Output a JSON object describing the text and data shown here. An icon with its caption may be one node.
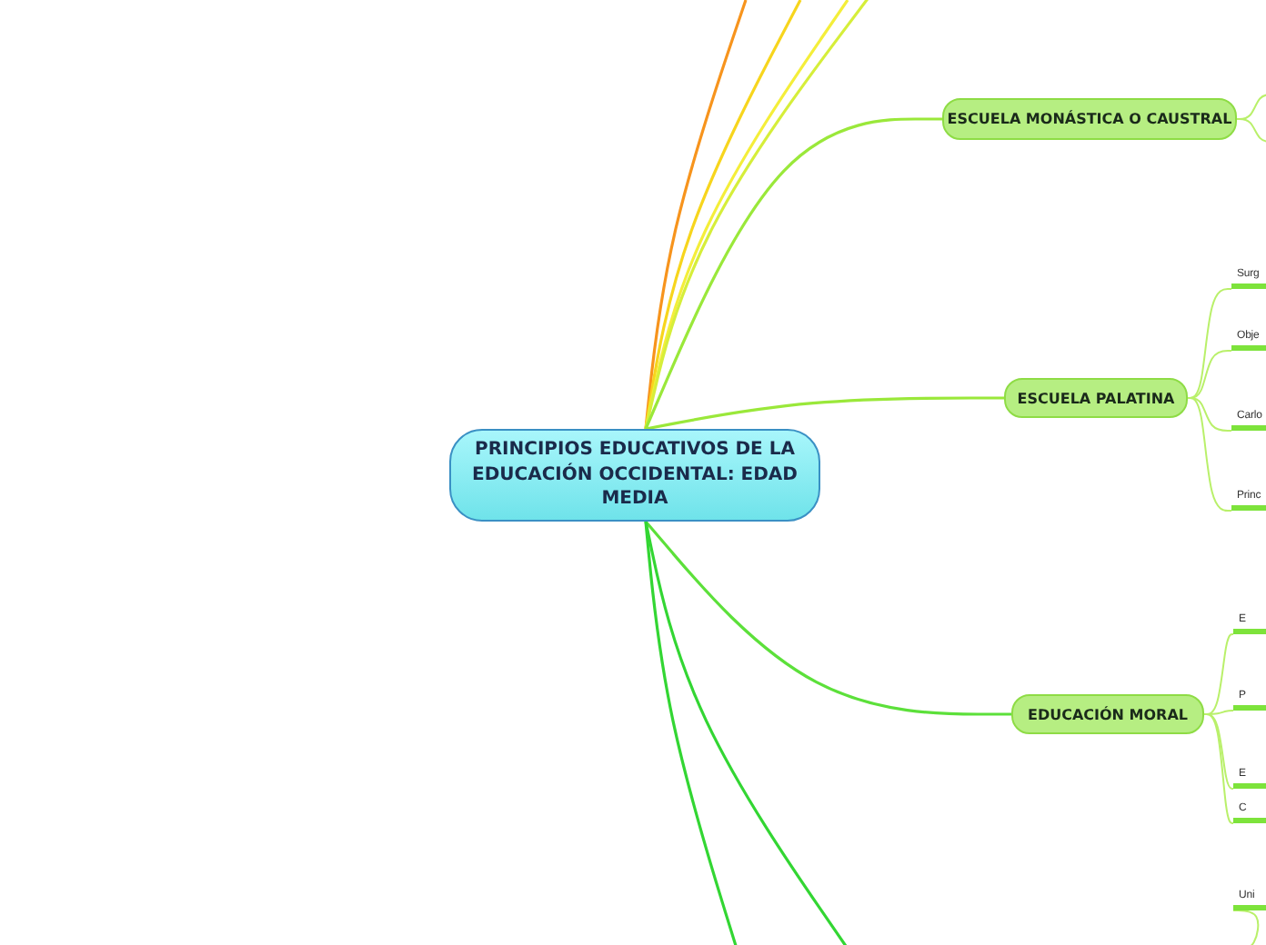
{
  "diagram": {
    "nodes": [
      {
        "text": [
          "PRINCIPIOS EDUCATIVOS DE LA EDUCACIÓN OCCIDENTAL: EDAD MEDIA"
        ]
      },
      {
        "text": [
          "ESCUELA MONÁSTICA O CAUSTRAL"
        ]
      },
      {
        "text": [
          "ESCUELA PALATINA"
        ]
      },
      {
        "text": [
          "EDUCACIÓN MORAL"
        ]
      },
      {
        "text": [
          "Surg"
        ]
      },
      {
        "text": [
          "Obje"
        ]
      },
      {
        "text": [
          "Carlo"
        ]
      },
      {
        "text": [
          "Princ"
        ]
      },
      {
        "text": [
          "E"
        ]
      },
      {
        "text": [
          "P"
        ]
      },
      {
        "text": [
          "E"
        ]
      },
      {
        "text": [
          "C"
        ]
      },
      {
        "text": [
          "Uni"
        ]
      }
    ],
    "edges": [
      {
        "from": 0,
        "to": null,
        "arrow": "none",
        "color": "#f7941d"
      },
      {
        "from": 0,
        "to": null,
        "arrow": "none",
        "color": "#f7d51d"
      },
      {
        "from": 0,
        "to": null,
        "arrow": "none",
        "color": "#f4ee3a"
      },
      {
        "from": 0,
        "to": null,
        "arrow": "none",
        "color": "#d6ee3a"
      },
      {
        "from": 0,
        "to": 1,
        "arrow": "none",
        "color": "#9ae83a"
      },
      {
        "from": 0,
        "to": 2,
        "arrow": "none",
        "color": "#9ae83a"
      },
      {
        "from": 0,
        "to": 3,
        "arrow": "none",
        "color": "#5ce03a"
      },
      {
        "from": 0,
        "to": null,
        "arrow": "none",
        "color": "#33d633"
      },
      {
        "from": 0,
        "to": null,
        "arrow": "none",
        "color": "#33d633"
      },
      {
        "from": 1,
        "to": null,
        "arrow": "none"
      },
      {
        "from": 1,
        "to": null,
        "arrow": "none"
      },
      {
        "from": 2,
        "to": 4,
        "arrow": "none"
      },
      {
        "from": 2,
        "to": 5,
        "arrow": "none"
      },
      {
        "from": 2,
        "to": 6,
        "arrow": "none"
      },
      {
        "from": 2,
        "to": 7,
        "arrow": "none"
      },
      {
        "from": 3,
        "to": 8,
        "arrow": "none"
      },
      {
        "from": 3,
        "to": 9,
        "arrow": "none"
      },
      {
        "from": 3,
        "to": 10,
        "arrow": "none"
      },
      {
        "from": 3,
        "to": 11,
        "arrow": "none"
      },
      {
        "from": null,
        "to": 12,
        "arrow": "none"
      }
    ]
  }
}
